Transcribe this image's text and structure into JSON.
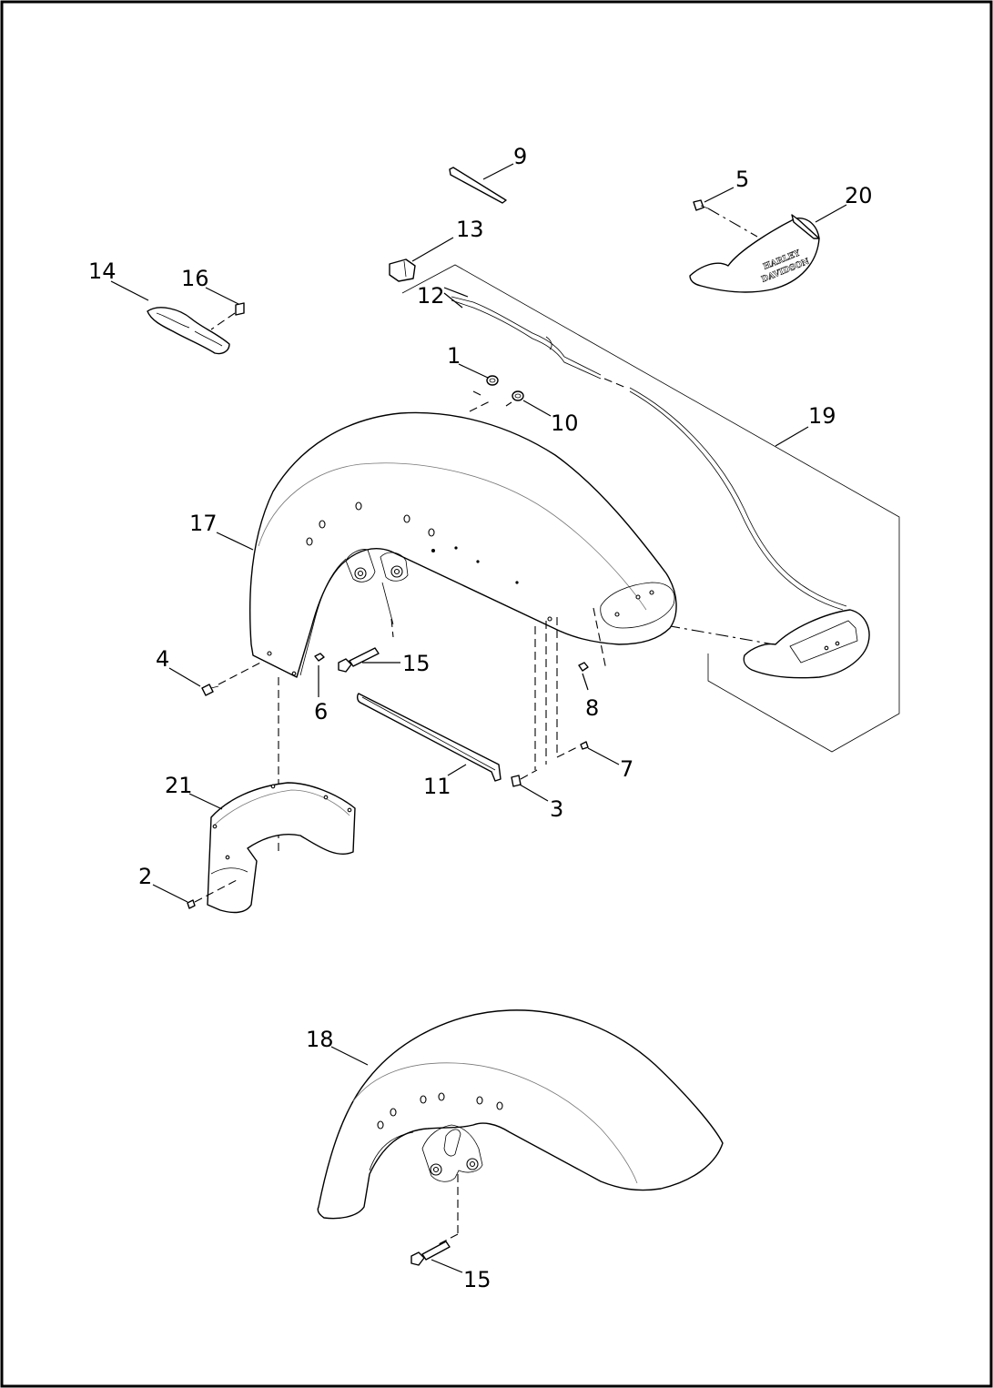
{
  "callouts": {
    "n1": "1",
    "n2": "2",
    "n3": "3",
    "n4": "4",
    "n5": "5",
    "n6": "6",
    "n7": "7",
    "n8": "8",
    "n9": "9",
    "n10": "10",
    "n11": "11",
    "n12": "12",
    "n13": "13",
    "n14": "14",
    "n15a": "15",
    "n15b": "15",
    "n16": "16",
    "n17": "17",
    "n18": "18",
    "n19": "19",
    "n20": "20",
    "n21": "21"
  },
  "emblem": {
    "line1": "HARLEY",
    "line2": "DAVIDSON"
  }
}
